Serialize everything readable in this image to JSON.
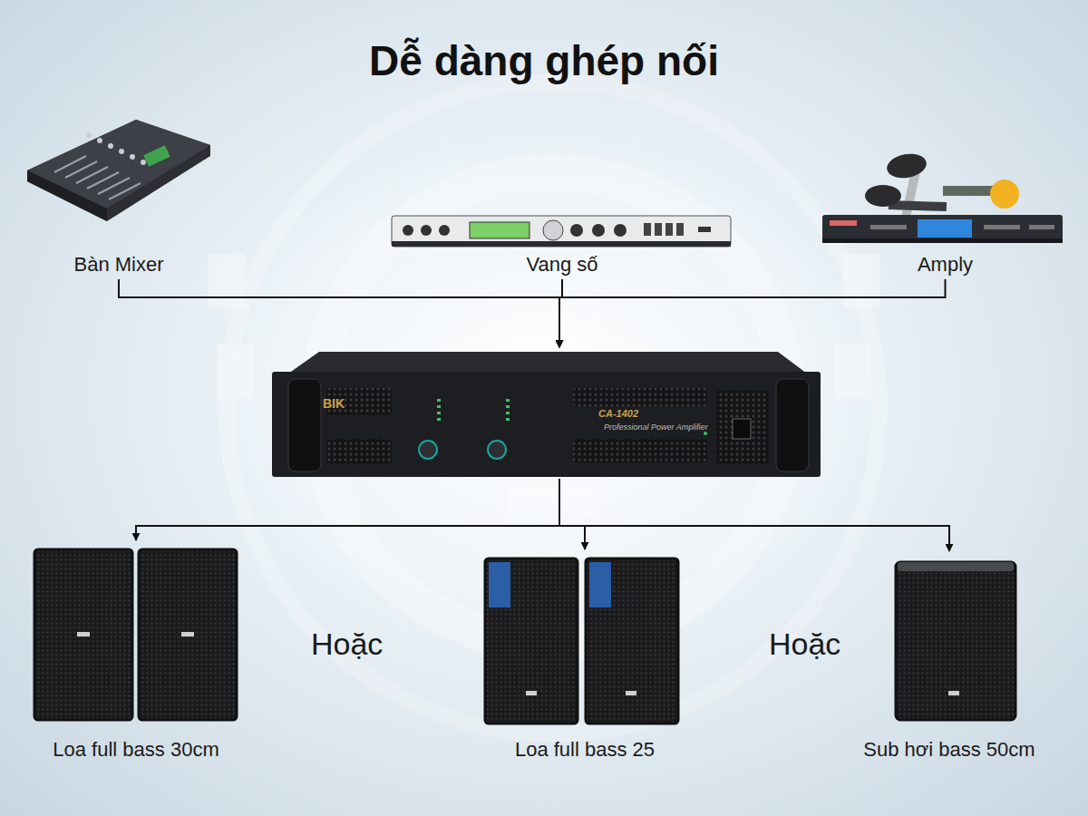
{
  "diagram": {
    "title": "Dễ dàng ghép nối",
    "nodes": [
      {
        "text": [
          "Bàn Mixer"
        ]
      },
      {
        "text": [
          "Vang số"
        ]
      },
      {
        "text": [
          "Amply"
        ]
      },
      {
        "text": [
          "BIK",
          "CA-1402",
          "Professional Power Amplifier"
        ]
      },
      {
        "text": [
          "Loa full bass 30cm"
        ]
      },
      {
        "text": [
          "Loa full bass 25"
        ]
      },
      {
        "text": [
          "Sub hơi bass 50cm"
        ]
      }
    ],
    "edges": [
      {
        "from": 0,
        "to": 3,
        "arrow": "to"
      },
      {
        "from": 1,
        "to": 3,
        "arrow": "to"
      },
      {
        "from": 2,
        "to": 3,
        "arrow": "to"
      },
      {
        "from": 3,
        "to": 4,
        "arrow": "to"
      },
      {
        "from": 3,
        "to": 5,
        "arrow": "to"
      },
      {
        "from": 3,
        "to": 6,
        "arrow": "to"
      }
    ],
    "labels": [
      "Hoặc",
      "Hoặc"
    ]
  }
}
